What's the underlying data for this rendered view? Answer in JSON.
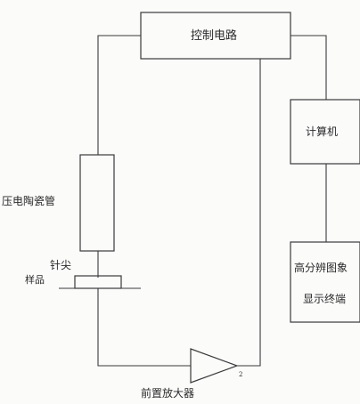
{
  "blocks": {
    "control_circuit": "控制电路",
    "computer": "计算机",
    "display_line1": "高分辨图象",
    "display_line2": "显示终端",
    "piezo_tube": "压电陶瓷管",
    "tip": "针尖",
    "sample": "样品",
    "preamp": "前置放大器",
    "preamp_pin": "2"
  },
  "colors": {
    "line": "#3a3a3a",
    "text": "#2a2a2a",
    "background": "#fbfbfa"
  }
}
